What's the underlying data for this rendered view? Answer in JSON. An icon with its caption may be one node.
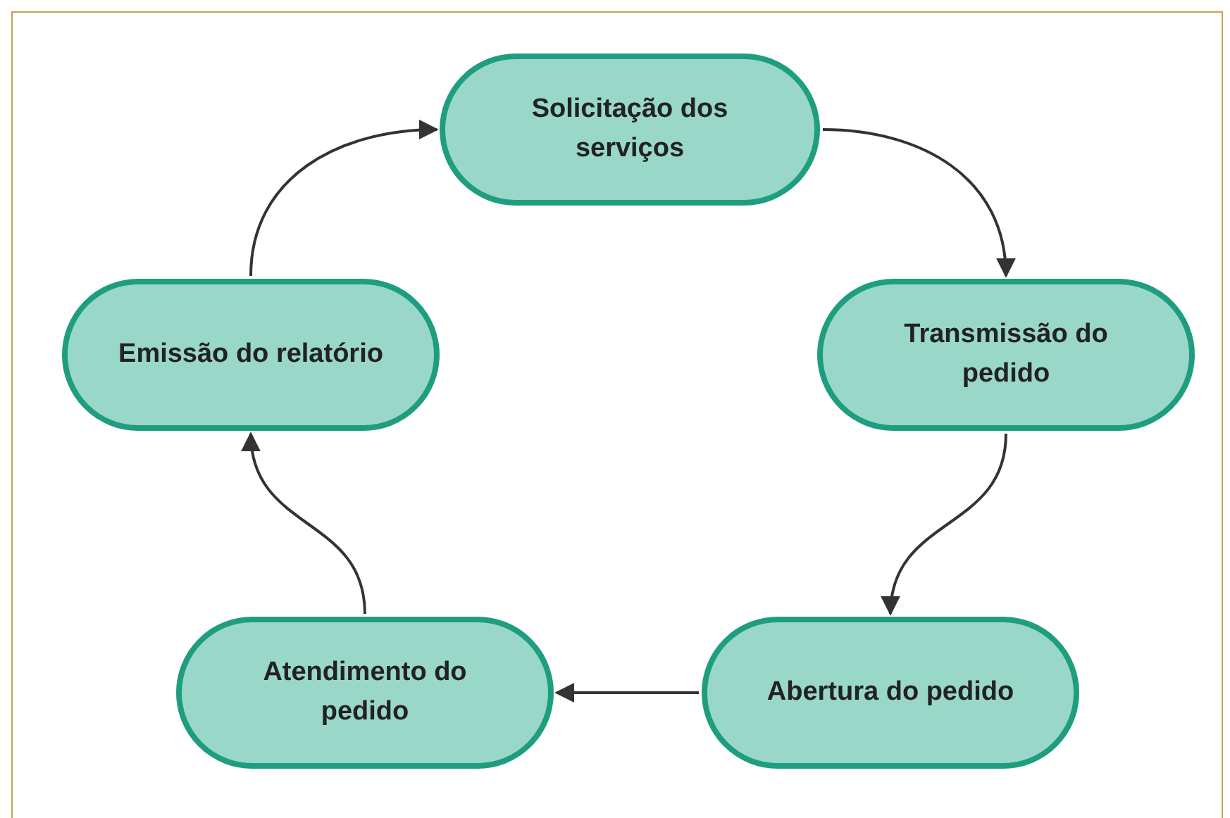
{
  "diagram": {
    "nodes": [
      {
        "text": [
          "Solicitação dos serviços"
        ]
      },
      {
        "text": [
          "Transmissão do pedido"
        ]
      },
      {
        "text": [
          "Abertura do pedido"
        ]
      },
      {
        "text": [
          "Atendimento do pedido"
        ]
      },
      {
        "text": [
          "Emissão do relatório"
        ]
      }
    ],
    "edges": [
      {
        "from": 0,
        "to": 1,
        "arrow": "to"
      },
      {
        "from": 1,
        "to": 2,
        "arrow": "to"
      },
      {
        "from": 2,
        "to": 3,
        "arrow": "to"
      },
      {
        "from": 3,
        "to": 4,
        "arrow": "to"
      },
      {
        "from": 4,
        "to": 0,
        "arrow": "to"
      }
    ]
  }
}
